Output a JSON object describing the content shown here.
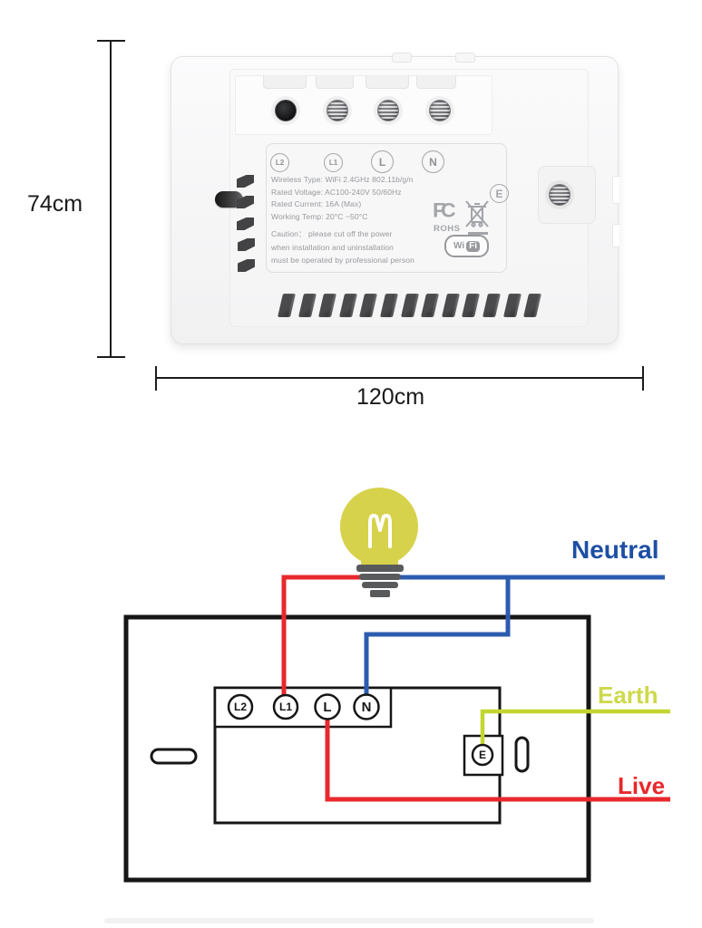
{
  "dimension_annotations": {
    "height": "74cm",
    "width": "120cm"
  },
  "photo": {
    "terminals": [
      "L2",
      "L1",
      "L",
      "N"
    ],
    "specs": [
      "Wireless Type: WiFi 2.4GHz 802.11b/g/n",
      "Rated Voltage: AC100-240V 50/60Hz",
      "Rated Current: 16A (Max)",
      "Working Temp: 20°C ~50°C"
    ],
    "caution": [
      "Caution： please cut off the power",
      "when installation and uninstallation",
      "must be operated by professional person"
    ],
    "logos": {
      "fcc": "FC",
      "rohs": "ROHS",
      "e_mark": "E",
      "wifi_left": "Wi",
      "wifi_right": "Fi"
    }
  },
  "diagram": {
    "labels": {
      "neutral": "Neutral",
      "earth": "Earth",
      "live": "Live"
    },
    "terminals": [
      "L2",
      "L1",
      "L",
      "N"
    ],
    "earth_terminal": "E",
    "colors": {
      "live_wire": "#e8282c",
      "neutral_wire": "#2c5cb0",
      "neutral_text": "#1d4fa5",
      "earth_wire": "#c3d62f",
      "earth_text": "#cdd94a",
      "bulb": "#d7d24c",
      "bulb_base": "#595a5c",
      "outline": "#161616"
    }
  }
}
